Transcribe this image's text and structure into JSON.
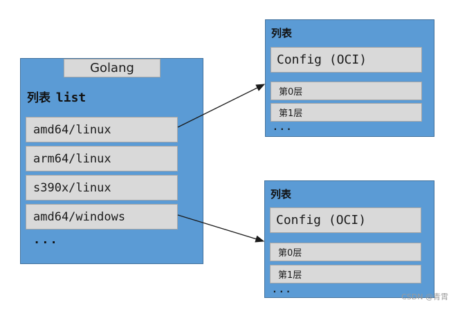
{
  "left_panel": {
    "tab": "Golang",
    "title_cn": "列表",
    "title_en": "list",
    "items": [
      "amd64/linux",
      "arm64/linux",
      "s390x/linux",
      "amd64/windows"
    ],
    "more": "..."
  },
  "manifest_top": {
    "title": "列表",
    "config": "Config (OCI)",
    "layers": [
      "第0层",
      "第1层"
    ],
    "more": "..."
  },
  "manifest_bottom": {
    "title": "列表",
    "config": "Config (OCI)",
    "layers": [
      "第0层",
      "第1层"
    ],
    "more": "..."
  },
  "watermark": "CSDN @青霄",
  "colors": {
    "panel": "#5b9bd5",
    "row": "#d9d9d9",
    "arrow": "#1a1a1a"
  }
}
